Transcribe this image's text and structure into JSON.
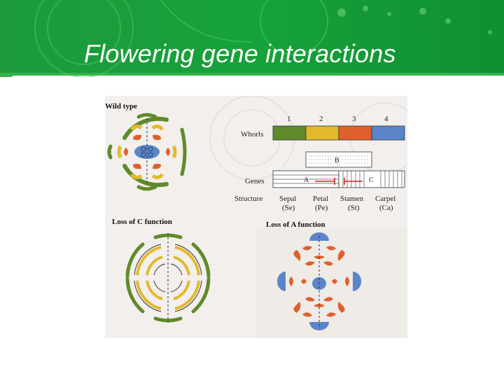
{
  "slide": {
    "title": "Flowering gene interactions"
  },
  "figure": {
    "panels": {
      "wild_type": "Wild type",
      "loss_of_c": "Loss of C function",
      "loss_of_a": "Loss of A function"
    },
    "whorls": {
      "label": "Whorls",
      "numbers": [
        "1",
        "2",
        "3",
        "4"
      ]
    },
    "genes": {
      "label": "Genes",
      "a": "A",
      "b": "B",
      "c": "C"
    },
    "structure": {
      "label": "Structure",
      "items": [
        {
          "name": "Sepal",
          "abbr": "(Se)"
        },
        {
          "name": "Petal",
          "abbr": "(Pe)"
        },
        {
          "name": "Stamen",
          "abbr": "(St)"
        },
        {
          "name": "Carpel",
          "abbr": "(Ca)"
        }
      ]
    },
    "colors": {
      "sepal": "#5f8a2a",
      "petal": "#e3b92c",
      "stamen": "#e0602c",
      "carpel": "#5b85c8",
      "repression_arrow": "#cc2222"
    }
  }
}
